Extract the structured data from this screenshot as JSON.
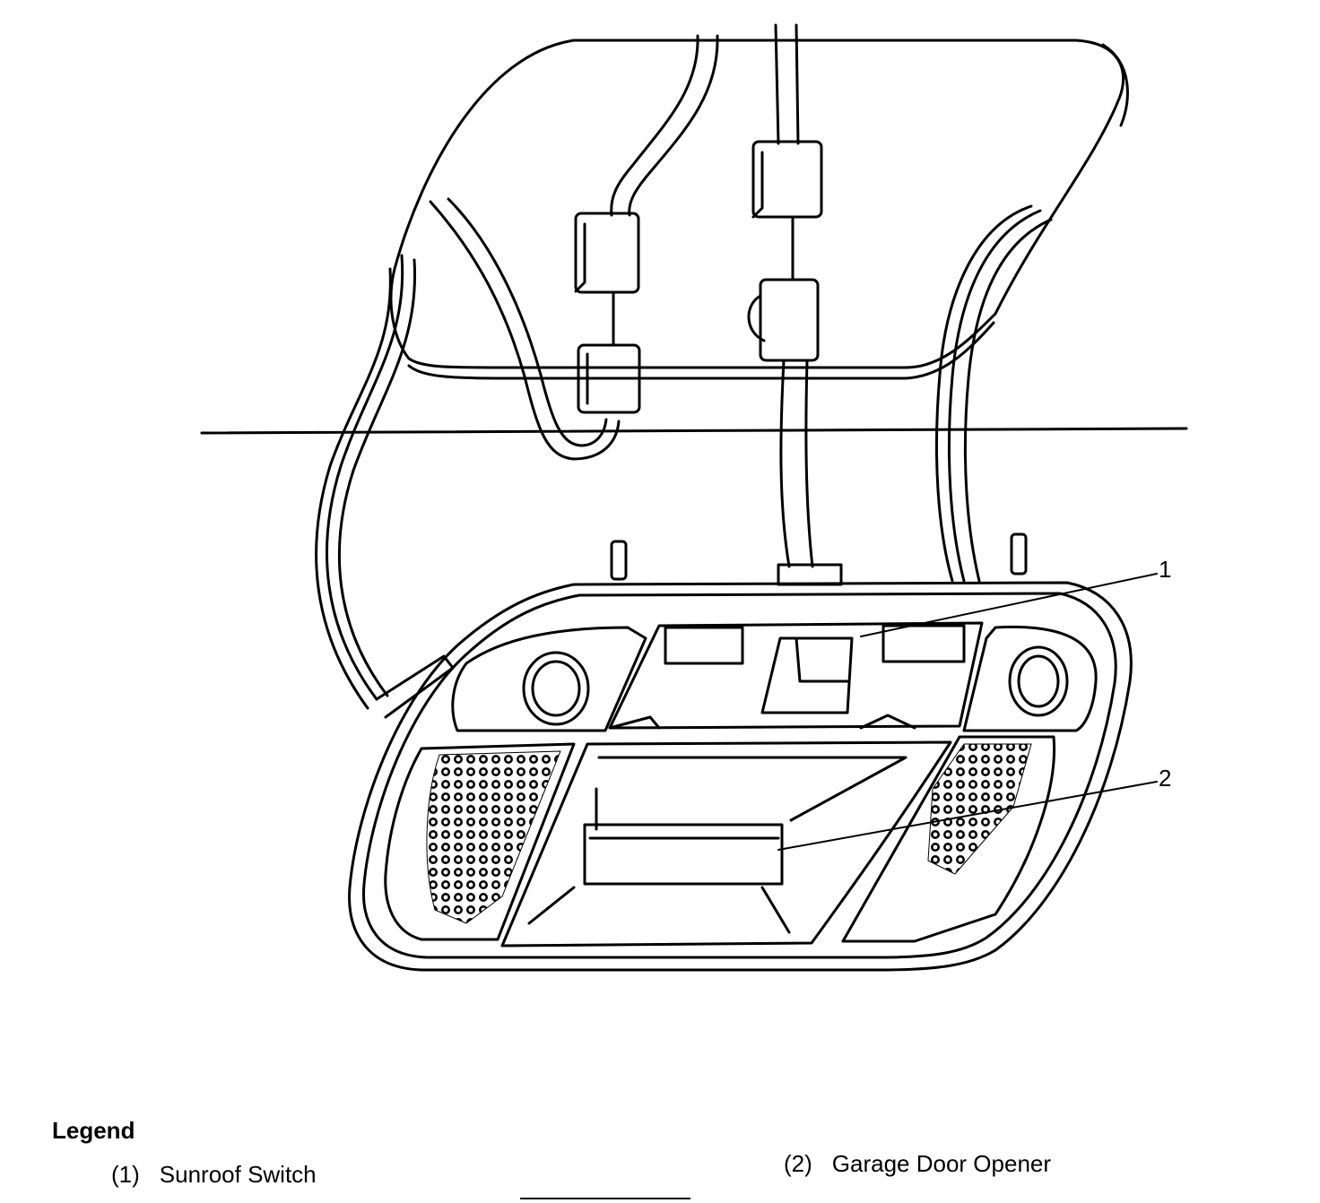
{
  "callouts": [
    {
      "number": "1"
    },
    {
      "number": "2"
    }
  ],
  "legend": {
    "title": "Legend",
    "items": [
      {
        "number": "(1)",
        "label": "Sunroof Switch"
      },
      {
        "number": "(2)",
        "label": "Garage Door Opener"
      }
    ]
  }
}
